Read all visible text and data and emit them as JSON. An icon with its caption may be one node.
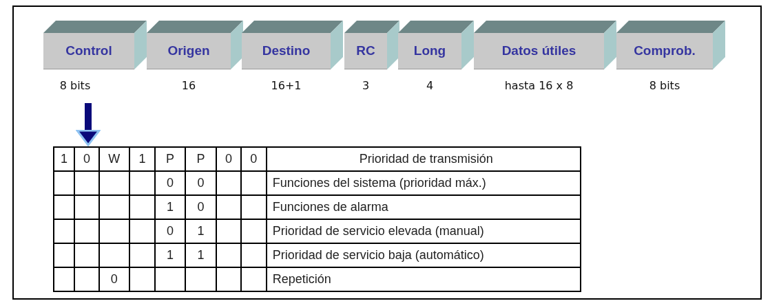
{
  "diagram": {
    "nodes": [
      {
        "text": [
          "Control"
        ],
        "beside": [
          "8 bits"
        ]
      },
      {
        "text": [
          "Origen"
        ],
        "beside": [
          "16"
        ]
      },
      {
        "text": [
          "Destino"
        ],
        "beside": [
          "16+1"
        ]
      },
      {
        "text": [
          "RC"
        ],
        "beside": [
          "3"
        ]
      },
      {
        "text": [
          "Long"
        ],
        "beside": [
          "4"
        ]
      },
      {
        "text": [
          "Datos útiles"
        ],
        "beside": [
          "hasta 16 x 8"
        ]
      },
      {
        "text": [
          "Comprob."
        ],
        "beside": [
          "8 bits"
        ]
      },
      {
        "text": [],
        "shape": "box"
      }
    ],
    "edges": [
      {
        "from": null,
        "to": 7,
        "arrow": "to"
      }
    ],
    "labels": [
      "1",
      "0",
      "W",
      "1",
      "P",
      "P",
      "0",
      "0",
      "Prioridad de transmisión",
      "0",
      "0",
      "Funciones del sistema (prioridad máx.)",
      "1",
      "0",
      "Funciones de alarma",
      "0",
      "1",
      "Prioridad de servicio elevada (manual)",
      "1",
      "1",
      "Prioridad de servicio baja (automático)",
      "0",
      "Repetición"
    ]
  }
}
